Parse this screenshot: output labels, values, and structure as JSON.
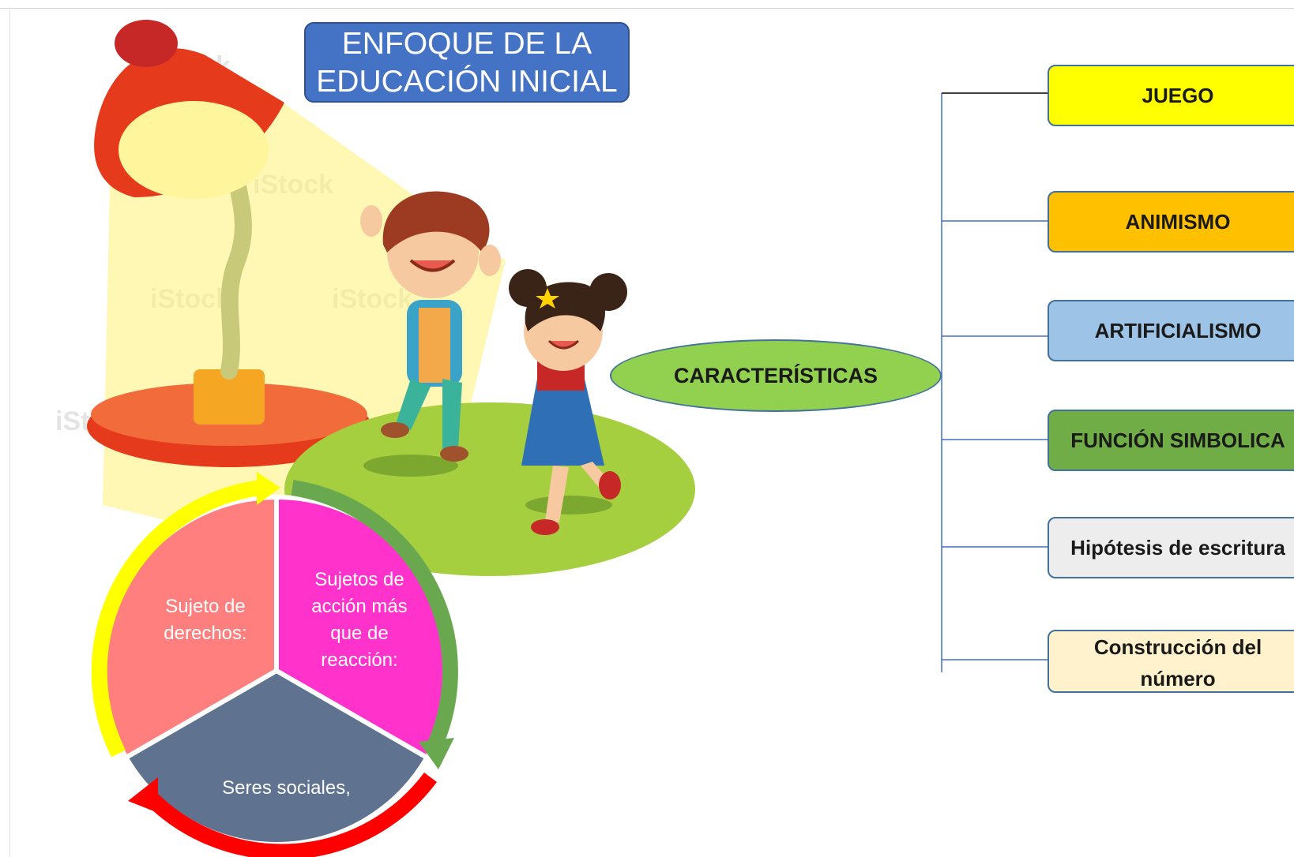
{
  "title": {
    "line1": "ENFOQUE DE LA",
    "line2": "EDUCACIÓN INICIAL"
  },
  "center": {
    "label": "CARACTERÍSTICAS"
  },
  "branches": [
    {
      "label": "JUEGO",
      "color": "#ffff00"
    },
    {
      "label": "ANIMISMO",
      "color": "#ffc000"
    },
    {
      "label": "ARTIFICIALISMO",
      "color": "#9dc3e6"
    },
    {
      "label": "FUNCIÓN SIMBOLICA",
      "color": "#70ad47"
    },
    {
      "label": "Hipótesis de escritura",
      "color": "#ededed"
    },
    {
      "label_line1": "Construcción del",
      "label_line2": "número",
      "color": "#fff2cc"
    }
  ],
  "cycle": {
    "segments": [
      {
        "label": "Sujeto de derechos:",
        "color": "#ff7f7f"
      },
      {
        "label": "Sujetos de acción más que de reacción:",
        "color": "#ff33cc"
      },
      {
        "label": "Seres sociales,",
        "color": "#5f728f"
      }
    ],
    "arrow_colors": [
      "#ffff00",
      "#6aa84f",
      "#ff0000"
    ]
  },
  "illustration": {
    "watermark": "iStock",
    "lamp_color": "#e53a1c",
    "light_color": "#fff176",
    "grass_color": "#a6cf3f",
    "items": [
      "desk-lamp",
      "boy-jumping",
      "girl-jumping",
      "grass-hill"
    ]
  }
}
